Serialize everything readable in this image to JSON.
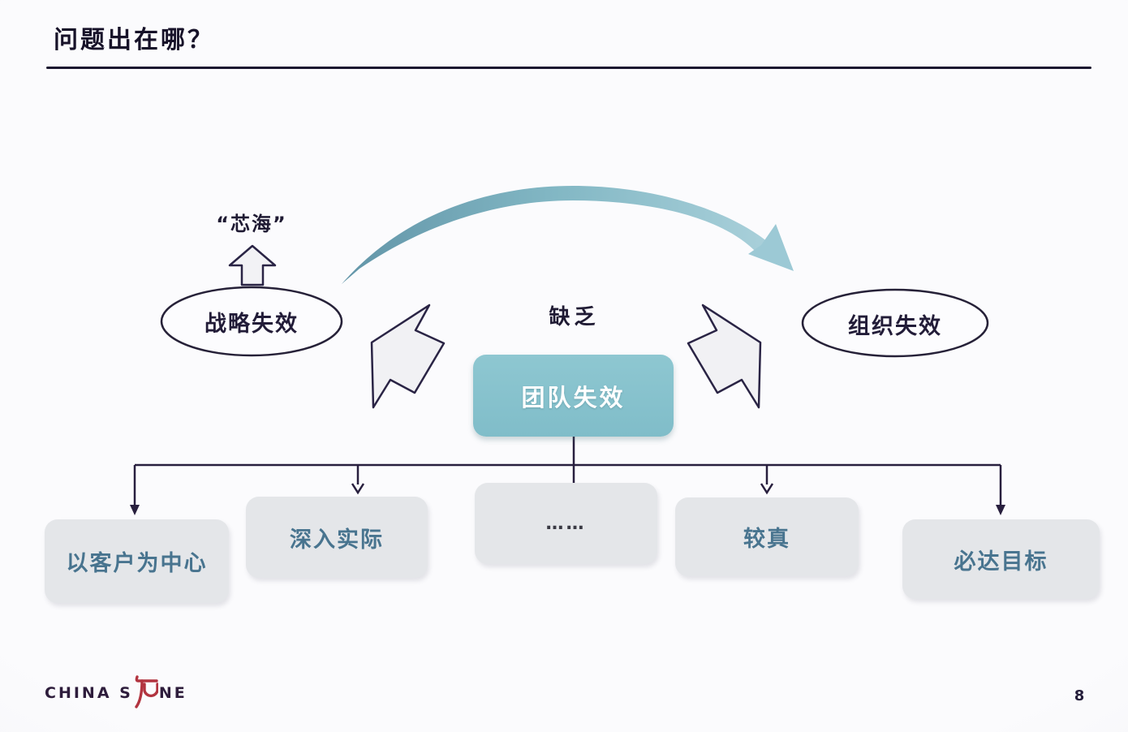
{
  "slide": {
    "title": "问题出在哪？",
    "page_number": "8",
    "logo_text_left": "CHINA S",
    "logo_text_right": "NE"
  },
  "diagram": {
    "quote_label": "“芯海”",
    "left_ellipse_label": "战略失效",
    "right_ellipse_label": "组织失效",
    "center_caption": "缺乏",
    "center_box_label": "团队失效",
    "bottom_boxes": [
      {
        "label": "以客户为中心"
      },
      {
        "label": "深入实际"
      },
      {
        "label": "……"
      },
      {
        "label": "较真"
      },
      {
        "label": "必达目标"
      }
    ]
  },
  "icons": {
    "curved_arrow": "teal-crescent-arrow-left-to-right",
    "left_block_arrow": "white-jagged-arrow-up-left",
    "right_block_arrow": "white-jagged-arrow-up-right",
    "up_block_arrow": "white-block-arrow-up",
    "logo_mark": "red-stylized-stone-seal"
  },
  "colors": {
    "accent_teal": "#85c1cc",
    "arrow_teal_dark": "#6295a8",
    "arrow_teal_light": "#a9d0da",
    "outline_dark": "#2a2445",
    "connector_dark": "#281f3e",
    "bottom_box_fill": "#e4e6e9",
    "bottom_box_text": "#48748f",
    "logo_red": "#b23440",
    "title_color": "#171229"
  }
}
